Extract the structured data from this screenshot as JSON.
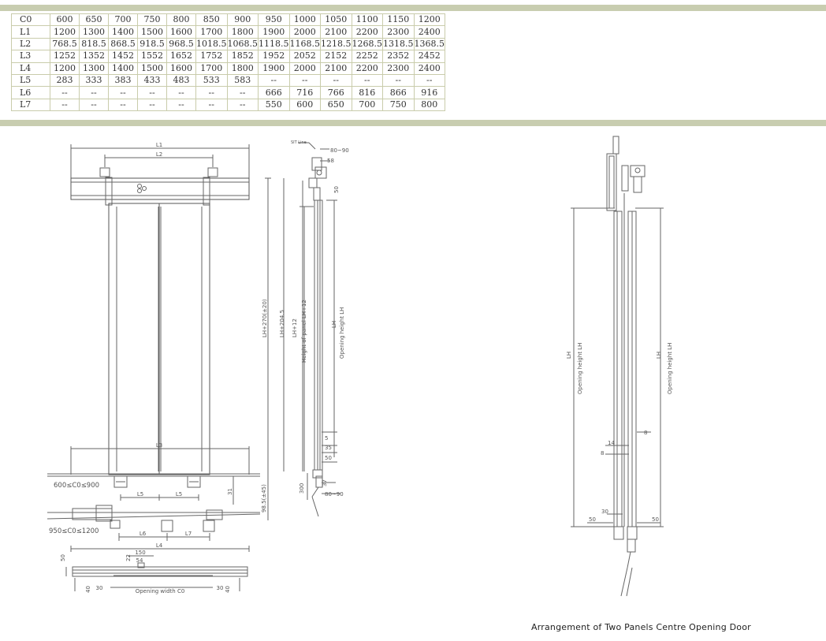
{
  "table": {
    "rows": [
      {
        "label": "C0",
        "values": [
          "600",
          "650",
          "700",
          "750",
          "800",
          "850",
          "900",
          "950",
          "1000",
          "1050",
          "1100",
          "1150",
          "1200"
        ]
      },
      {
        "label": "L1",
        "values": [
          "1200",
          "1300",
          "1400",
          "1500",
          "1600",
          "1700",
          "1800",
          "1900",
          "2000",
          "2100",
          "2200",
          "2300",
          "2400"
        ]
      },
      {
        "label": "L2",
        "values": [
          "768.5",
          "818.5",
          "868.5",
          "918.5",
          "968.5",
          "1018.5",
          "1068.5",
          "1118.5",
          "1168.5",
          "1218.5",
          "1268.5",
          "1318.5",
          "1368.5"
        ]
      },
      {
        "label": "L3",
        "values": [
          "1252",
          "1352",
          "1452",
          "1552",
          "1652",
          "1752",
          "1852",
          "1952",
          "2052",
          "2152",
          "2252",
          "2352",
          "2452"
        ]
      },
      {
        "label": "L4",
        "values": [
          "1200",
          "1300",
          "1400",
          "1500",
          "1600",
          "1700",
          "1800",
          "1900",
          "2000",
          "2100",
          "2200",
          "2300",
          "2400"
        ]
      },
      {
        "label": "L5",
        "values": [
          "283",
          "333",
          "383",
          "433",
          "483",
          "533",
          "583",
          "--",
          "--",
          "--",
          "--",
          "--",
          "--"
        ]
      },
      {
        "label": "L6",
        "values": [
          "--",
          "--",
          "--",
          "--",
          "--",
          "--",
          "--",
          "666",
          "716",
          "766",
          "816",
          "866",
          "916"
        ]
      },
      {
        "label": "L7",
        "values": [
          "--",
          "--",
          "--",
          "--",
          "--",
          "--",
          "--",
          "550",
          "600",
          "650",
          "700",
          "750",
          "800"
        ]
      }
    ]
  },
  "front_view": {
    "dim_l1": "L1",
    "dim_l2": "L2",
    "dim_l3": "L3",
    "dim_l5_left": "L5",
    "dim_l5_right": "L5",
    "dim_31": "31",
    "dim_98": "98.5(±45)",
    "dim_lh270": "LH+270(±20)",
    "range_small": "600≤C0≤900",
    "range_large": "950≤C0≤1200",
    "dim_l6": "L6",
    "dim_l7": "L7",
    "dim_l4": "L4",
    "dim_150": "150",
    "dim_22": "22",
    "dim_54": "54",
    "dim_50": "50",
    "dim_40a": "40",
    "dim_30a": "30",
    "dim_30b": "30",
    "dim_40b": "40",
    "opening_width": "Opening width C0"
  },
  "side_view": {
    "label_top": "SIT Line",
    "dim_80_90_top": "80~90",
    "dim_58": "58",
    "dim_50_top": "50",
    "dim_lh204": "LH+204.5",
    "dim_lh12": "LH+12",
    "panel_height": "Height of panel LH+12",
    "opening_height": "Opening height LH",
    "dim_lh_side": "LH",
    "dim_5": "5",
    "dim_35": "35",
    "dim_50_low": "50",
    "dim_300": "300",
    "dim_37": "37",
    "dim_80_90_bottom": "80~90"
  },
  "right_view": {
    "left_lh": "LH",
    "left_opening": "Opening height LH",
    "right_lh": "LH",
    "right_opening": "Opening height LH",
    "dim_14": "14",
    "dim_8a": "8",
    "dim_8b": "8",
    "dim_30": "30",
    "dim_50_left": "50",
    "dim_50_right": "50"
  },
  "caption": "Arrangement of Two Panels Centre Opening Door",
  "colors": {
    "band": "#c8cdb0",
    "grid": "#c9ccab",
    "line": "#666666"
  }
}
